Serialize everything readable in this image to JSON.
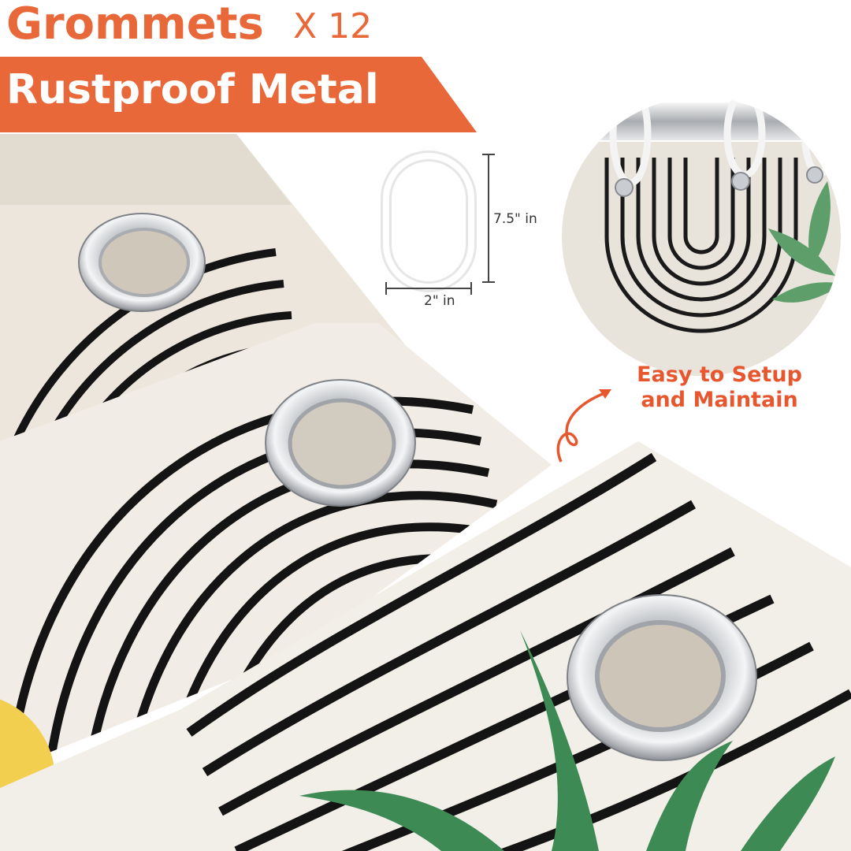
{
  "header": {
    "title": "Grommets",
    "quantity": "X 12",
    "banner": "Rustproof Metal"
  },
  "ring": {
    "height_label": "7.5\" in",
    "width_label": "2\" in"
  },
  "callout": {
    "line1": "Easy to Setup",
    "line2": "and Maintain"
  },
  "colors": {
    "accent_orange": "#e8683a",
    "fabric_cream": "#efeae2",
    "stripe_black": "#141414",
    "leaf_green": "#3e8a55",
    "sun_yellow": "#f2cf4e",
    "metal_silver": "#c9ccd0"
  },
  "icons": [
    "grommet-icon",
    "curtain-ring-icon",
    "arrow-icon",
    "leaf-icon"
  ]
}
